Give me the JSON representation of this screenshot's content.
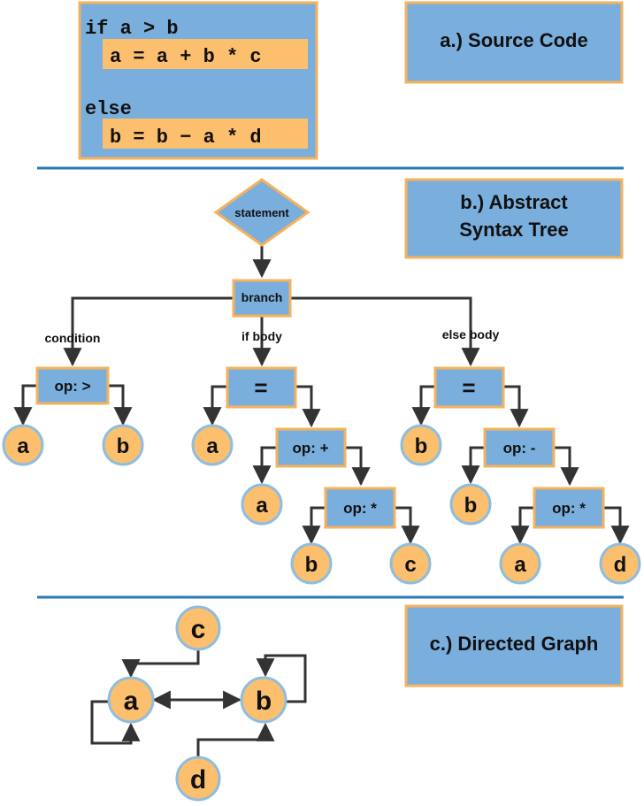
{
  "colors": {
    "box_fill": "#7aaedd",
    "box_stroke": "#f5b25d",
    "node_fill": "#fbbf6e",
    "node_stroke": "#8dbde0",
    "code_highlight": "#fbbf6e",
    "divider": "#2a7ab5",
    "line": "#333333"
  },
  "source_code": {
    "lines": [
      "if a > b",
      "a = a + b * c",
      "else",
      "b = b − a * d"
    ]
  },
  "section_titles": {
    "a": "a.) Source Code",
    "b_line1": "b.) Abstract",
    "b_line2": "Syntax Tree",
    "c": "c.) Directed Graph"
  },
  "ast": {
    "statement": "statement",
    "branch": "branch",
    "edge_labels": {
      "condition": "condition",
      "if_body": "if body",
      "else_body": "else body"
    },
    "cond_op": "op: >",
    "cond_left": "a",
    "cond_right": "b",
    "if_assign": "=",
    "if_target": "a",
    "if_plus": "op: +",
    "if_plus_left": "a",
    "if_mul": "op: *",
    "if_mul_left": "b",
    "if_mul_right": "c",
    "else_assign": "=",
    "else_target": "b",
    "else_minus": "op: -",
    "else_minus_left": "b",
    "else_mul": "op: *",
    "else_mul_left": "a",
    "else_mul_right": "d"
  },
  "graph": {
    "nodes": {
      "c": "c",
      "a": "a",
      "b": "b",
      "d": "d"
    }
  }
}
